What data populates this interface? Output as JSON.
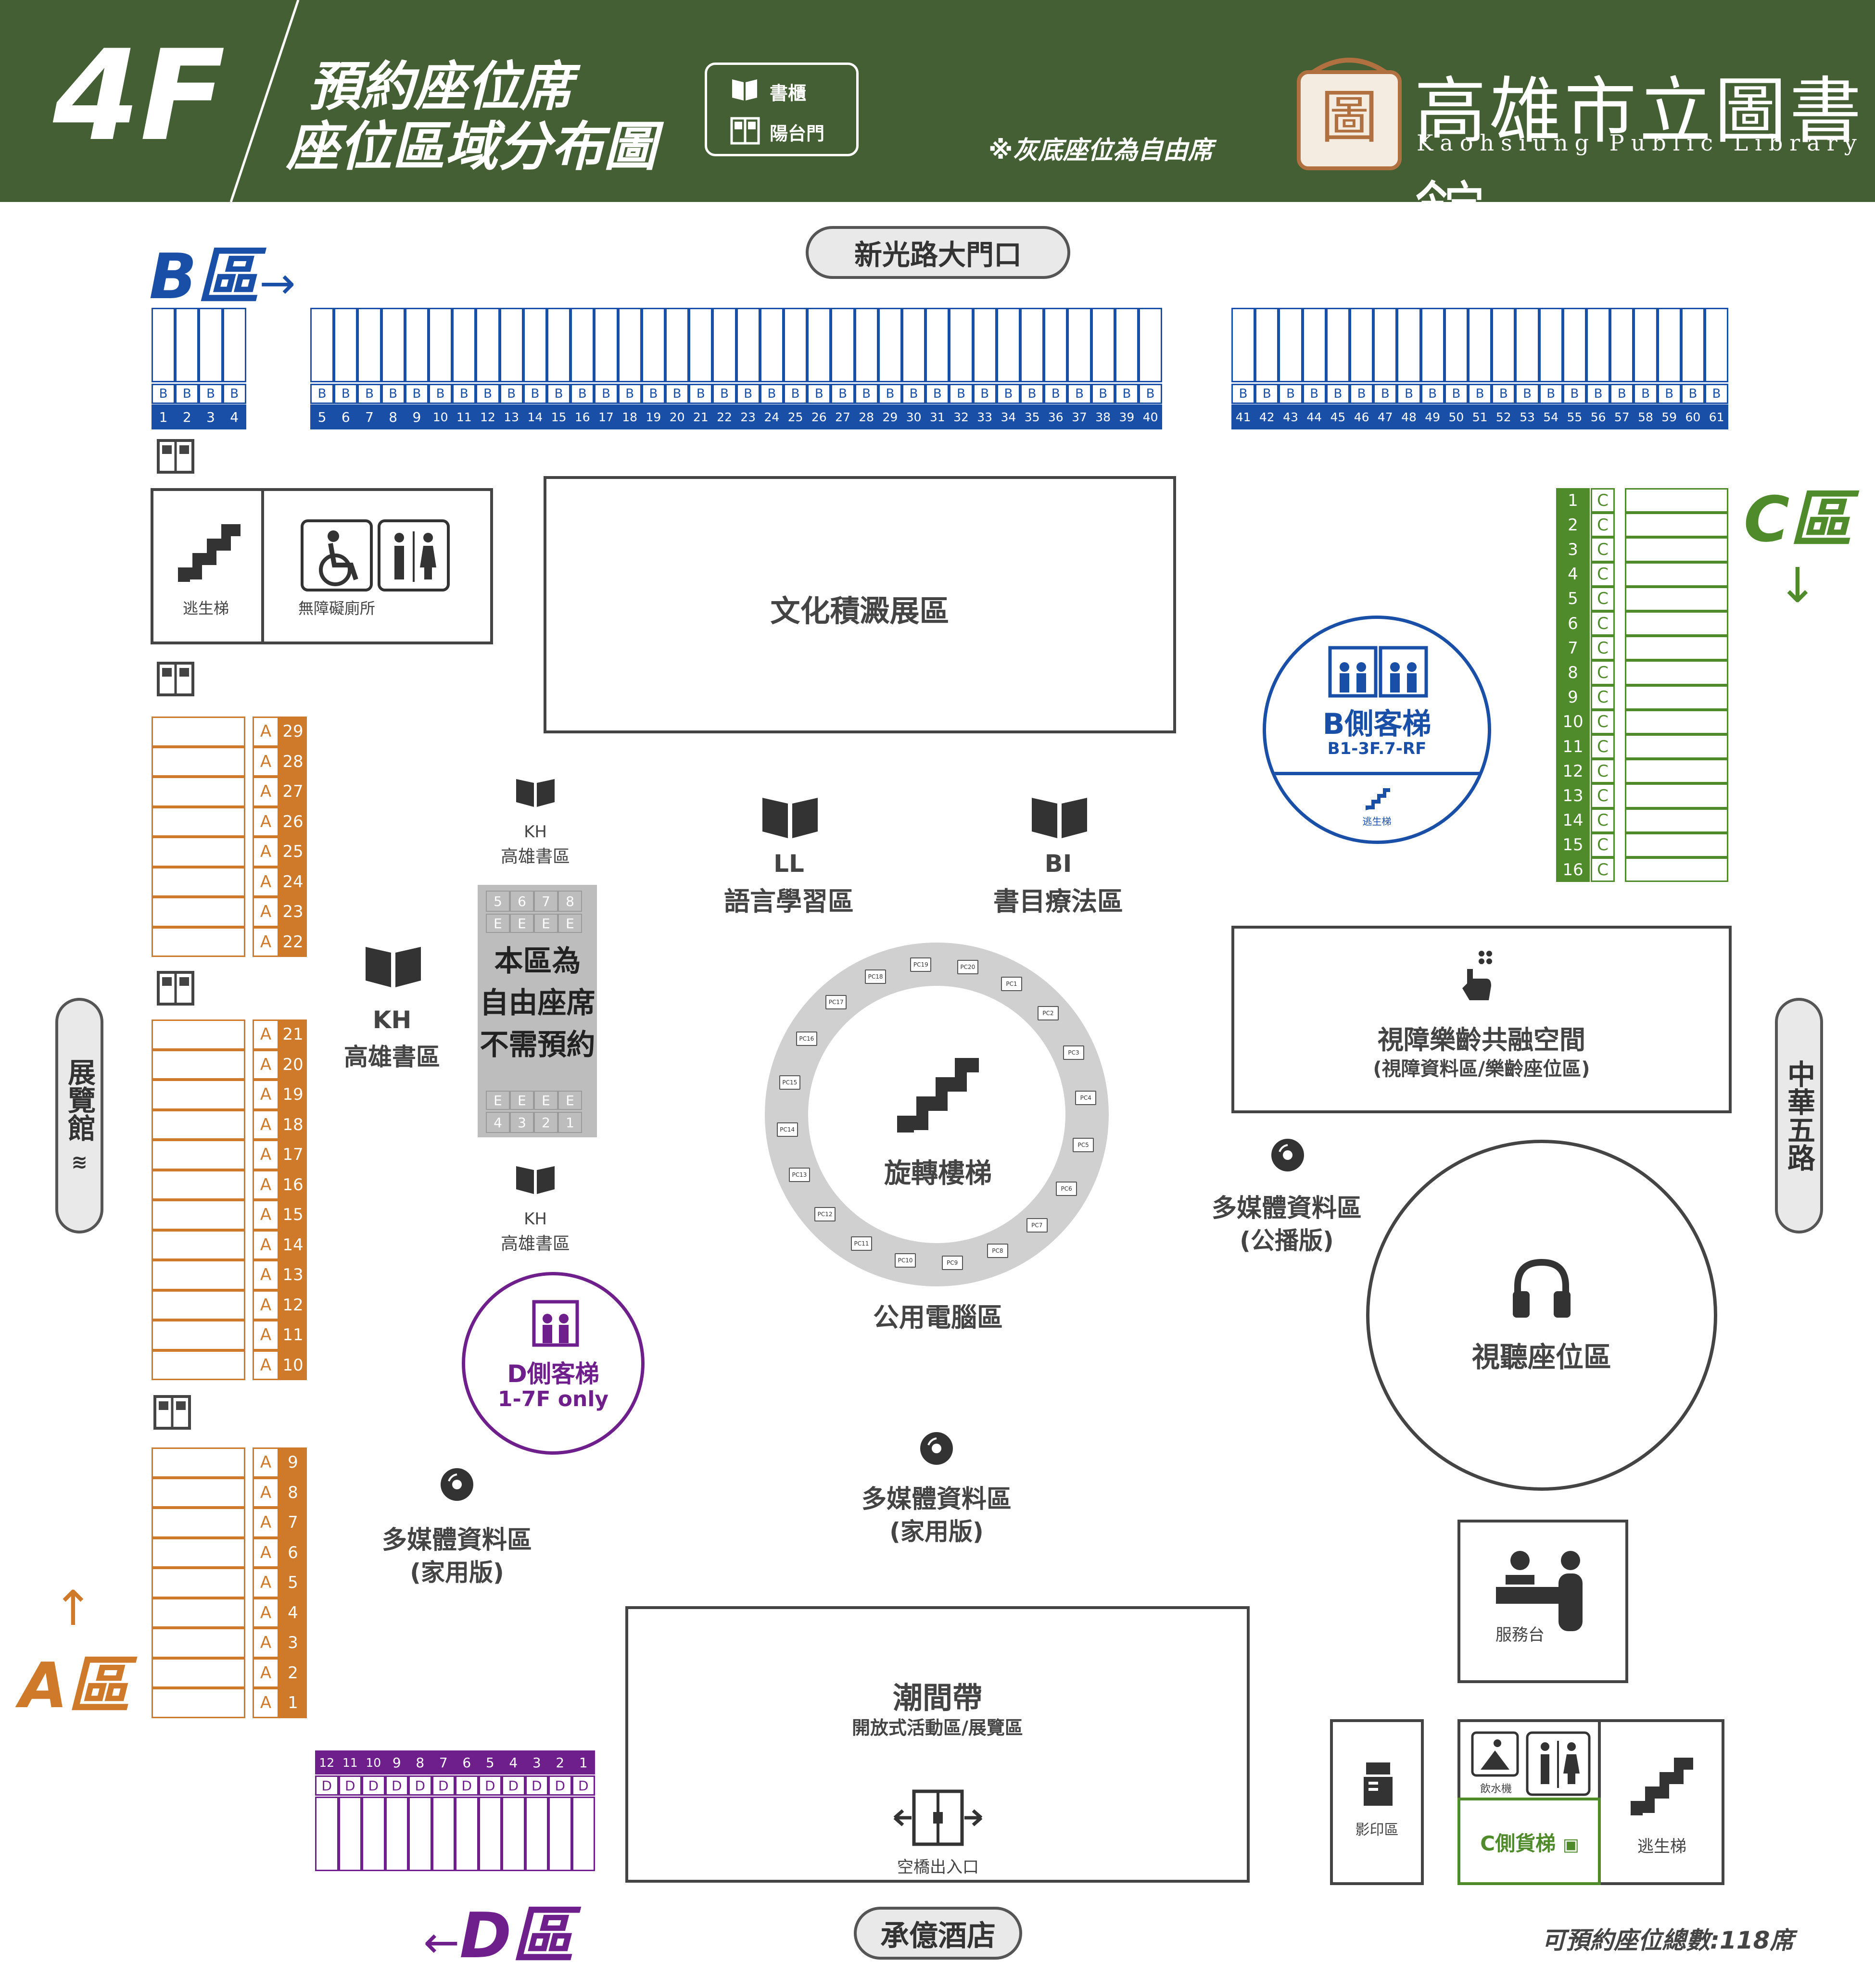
{
  "header": {
    "floor": "4F",
    "title_line1": "預約座位席",
    "title_line2": "座位區域分布圖",
    "legend_bookshelf": "書櫃",
    "legend_balcony_door": "陽台門",
    "note": "※灰底座位為自由席",
    "library_name": "高雄市立圖書館",
    "library_name_en": "Kaohsiung Public Library"
  },
  "zones": {
    "a": {
      "label": "A區",
      "prefix": "A",
      "color": "#cf7a2a"
    },
    "b": {
      "label": "B區",
      "prefix": "B",
      "color": "#1a4fa8"
    },
    "c": {
      "label": "C區",
      "prefix": "C",
      "color": "#4f8a2b"
    },
    "d": {
      "label": "D區",
      "prefix": "D",
      "color": "#6e1f8c"
    }
  },
  "seats": {
    "b_group1": [
      "1",
      "2",
      "3",
      "4"
    ],
    "b_group2": [
      "5",
      "6",
      "7",
      "8",
      "9",
      "10",
      "11",
      "12",
      "13",
      "14",
      "15",
      "16",
      "17",
      "18",
      "19",
      "20",
      "21",
      "22",
      "23",
      "24",
      "25",
      "26",
      "27",
      "28",
      "29",
      "30",
      "31",
      "32",
      "33",
      "34",
      "35",
      "36",
      "37",
      "38",
      "39",
      "40"
    ],
    "b_group3": [
      "41",
      "42",
      "43",
      "44",
      "45",
      "46",
      "47",
      "48",
      "49",
      "50",
      "51",
      "52",
      "53",
      "54",
      "55",
      "56",
      "57",
      "58",
      "59",
      "60",
      "61"
    ],
    "c_group": [
      "1",
      "2",
      "3",
      "4",
      "5",
      "6",
      "7",
      "8",
      "9",
      "10",
      "11",
      "12",
      "13",
      "14",
      "15",
      "16"
    ],
    "a_group1": [
      "29",
      "28",
      "27",
      "26",
      "25",
      "24",
      "23",
      "22"
    ],
    "a_group2": [
      "21",
      "20",
      "19",
      "18",
      "17",
      "16",
      "15",
      "14",
      "13",
      "12",
      "11",
      "10"
    ],
    "a_group3": [
      "9",
      "8",
      "7",
      "6",
      "5",
      "4",
      "3",
      "2",
      "1"
    ],
    "d_group": [
      "12",
      "11",
      "10",
      "9",
      "8",
      "7",
      "6",
      "5",
      "4",
      "3",
      "2",
      "1"
    ],
    "free_top": [
      "5",
      "6",
      "7",
      "8"
    ],
    "free_bottom": [
      "4",
      "3",
      "2",
      "1"
    ],
    "free_prefix": "E"
  },
  "entrances": {
    "main_gate": "新光路大門口",
    "hotel": "承億酒店",
    "exhibition_hall": "展覽館",
    "zhonghua_road": "中華五路"
  },
  "areas": {
    "escape_stairs": "逃生梯",
    "accessible_toilet": "無障礙廁所",
    "culture_exhibit": "文化積澱展區",
    "b_elevator": "B側客梯",
    "b_elevator_floors": "B1-3F.7-RF",
    "b_elevator_stairs": "逃生梯",
    "kh_top_code": "KH",
    "kh_top_name": "高雄書區",
    "kh_left_code": "KH",
    "kh_left_name": "高雄書區",
    "kh_bottom_code": "KH",
    "kh_bottom_name": "高雄書區",
    "free_seat_note_1": "本區為",
    "free_seat_note_2": "自由座席",
    "free_seat_note_3": "不需預約",
    "ll_code": "LL",
    "ll_name": "語言學習區",
    "bi_code": "BI",
    "bi_name": "書目療法區",
    "spiral_stairs": "旋轉樓梯",
    "public_pc": "公用電腦區",
    "vision_space": "視障樂齡共融空間",
    "vision_space_sub": "(視障資料區/樂齡座位區)",
    "media_broadcast": "多媒體資料區",
    "media_broadcast_sub": "(公播版)",
    "av_seats": "視聽座位區",
    "d_elevator": "D側客梯",
    "d_elevator_floors": "1-7F only",
    "media_home_left": "多媒體資料區",
    "media_home_left_sub": "(家用版)",
    "media_home_center": "多媒體資料區",
    "media_home_center_sub": "(家用版)",
    "tide_band": "潮間帶",
    "tide_band_sub": "開放式活動區/展覽區",
    "skybridge": "空橋出入口",
    "service_desk": "服務台",
    "copy_area": "影印區",
    "water_fountain": "飲水機",
    "c_freight_elevator": "C側貨梯",
    "escape_stairs_2": "逃生梯"
  },
  "pcs": [
    "PC1",
    "PC2",
    "PC3",
    "PC4",
    "PC5",
    "PC6",
    "PC7",
    "PC8",
    "PC9",
    "PC10",
    "PC11",
    "PC12",
    "PC13",
    "PC14",
    "PC15",
    "PC16",
    "PC17",
    "PC18",
    "PC19",
    "PC20"
  ],
  "footer": {
    "total": "可預約座位總數:118席"
  }
}
